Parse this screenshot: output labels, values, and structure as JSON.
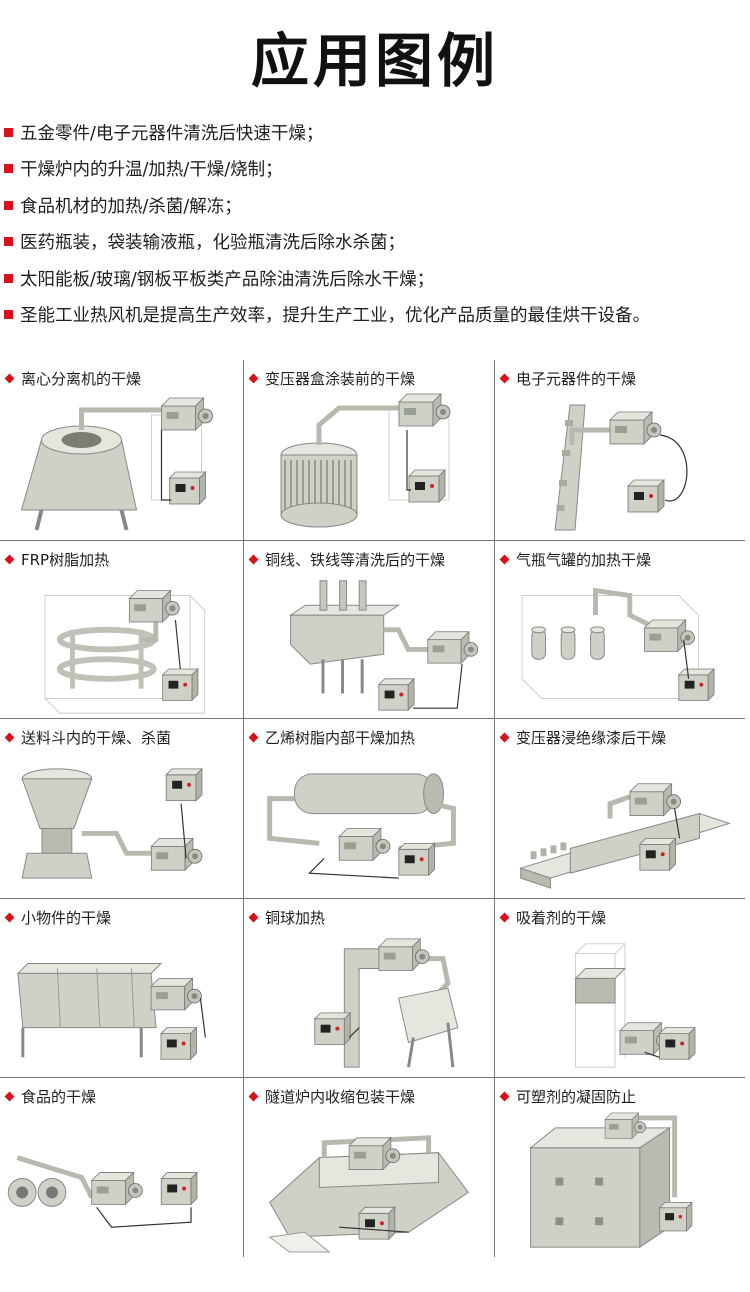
{
  "title": "应用图例",
  "bullets": [
    "五金零件/电子元器件清洗后快速干燥；",
    "干燥炉内的升温/加热/干燥/烧制；",
    "食品机材的加热/杀菌/解冻；",
    "医药瓶装，袋装输液瓶，化验瓶清洗后除水杀菌；",
    "太阳能板/玻璃/钢板平板类产品除油清洗后除水干燥；",
    "圣能工业热风机是提高生产效率，提升生产工业，优化产品质量的最佳烘干设备。"
  ],
  "examples": [
    {
      "label": "离心分离机的干燥",
      "scene": "centrifuge-scene"
    },
    {
      "label": "变压器盒涂装前的干燥",
      "scene": "transformer-box-scene"
    },
    {
      "label": "电子元器件的干燥",
      "scene": "electronics-scene"
    },
    {
      "label": "FRP树脂加热",
      "scene": "frp-resin-scene"
    },
    {
      "label": "铜线、铁线等清洗后的干燥",
      "scene": "wire-drying-scene"
    },
    {
      "label": "气瓶气罐的加热干燥",
      "scene": "gas-cylinder-scene"
    },
    {
      "label": "送料斗内的干燥、杀菌",
      "scene": "hopper-scene"
    },
    {
      "label": "乙烯树脂内部干燥加热",
      "scene": "vinyl-resin-scene"
    },
    {
      "label": "变压器浸绝缘漆后干燥",
      "scene": "transformer-varnish-scene"
    },
    {
      "label": "小物件的干燥",
      "scene": "small-parts-scene"
    },
    {
      "label": "铜球加热",
      "scene": "copper-ball-scene"
    },
    {
      "label": "吸着剂的干燥",
      "scene": "adsorbent-scene"
    },
    {
      "label": "食品的干燥",
      "scene": "food-drying-scene"
    },
    {
      "label": "隧道炉内收缩包装干燥",
      "scene": "tunnel-oven-scene"
    },
    {
      "label": "可塑剂的凝固防止",
      "scene": "plasticizer-scene"
    }
  ],
  "colors": {
    "accent": "#d8121b",
    "machine": "#cfd0c6",
    "grid": "#777777"
  }
}
